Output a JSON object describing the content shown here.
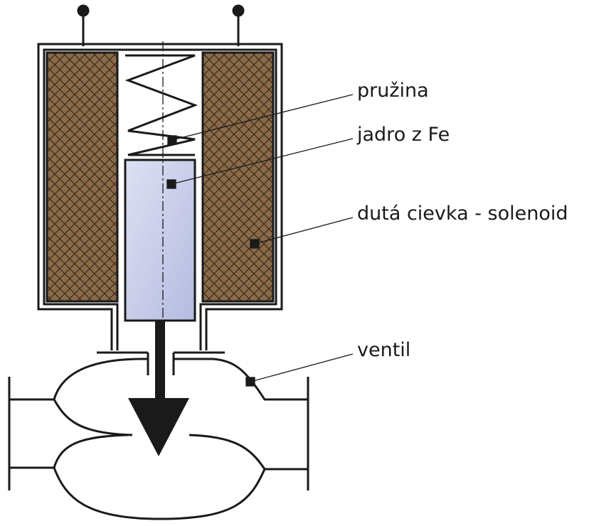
{
  "labels": {
    "spring": "pružina",
    "core": "jadro z Fe",
    "coil": "dutá cievka - solenoid",
    "valve": "ventil"
  },
  "colors": {
    "line": "#1a1a1a",
    "coil_fill": "#8a6a48",
    "coil_hatch": "#3a2a1c",
    "core_fill_top": "#d7dcf0",
    "core_fill_bottom": "#b9bfe3",
    "background": "#ffffff"
  }
}
